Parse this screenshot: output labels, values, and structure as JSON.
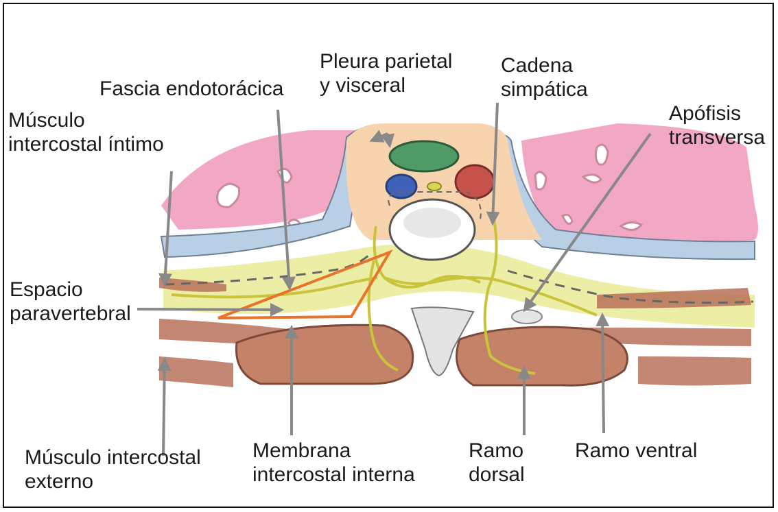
{
  "labels": {
    "pleura": [
      "Pleura parietal",
      "y visceral"
    ],
    "cadena": [
      "Cadena",
      "simpática"
    ],
    "fascia": [
      "Fascia endotorácica"
    ],
    "musculo_intimo": [
      "Músculo",
      "intercostal íntimo"
    ],
    "apofisis": [
      "Apófisis",
      "transversa"
    ],
    "espacio": [
      "Espacio",
      "paravertebral"
    ],
    "musculo_externo": [
      "Músculo intercostal",
      "externo"
    ],
    "membrana": [
      "Membrana",
      "intercostal interna"
    ],
    "ramo_dorsal": [
      "Ramo",
      "dorsal"
    ],
    "ramo_ventral": [
      "Ramo ventral"
    ]
  },
  "colors": {
    "arrow": "#888888",
    "triangle": "#e8732a",
    "lung": "#f2a8c4",
    "fascia_yellow": "#e9ec9a",
    "muscle": "#b9725a",
    "blue_band": "#b9cfe6",
    "vertebra_peach": "#f7d4ae"
  }
}
